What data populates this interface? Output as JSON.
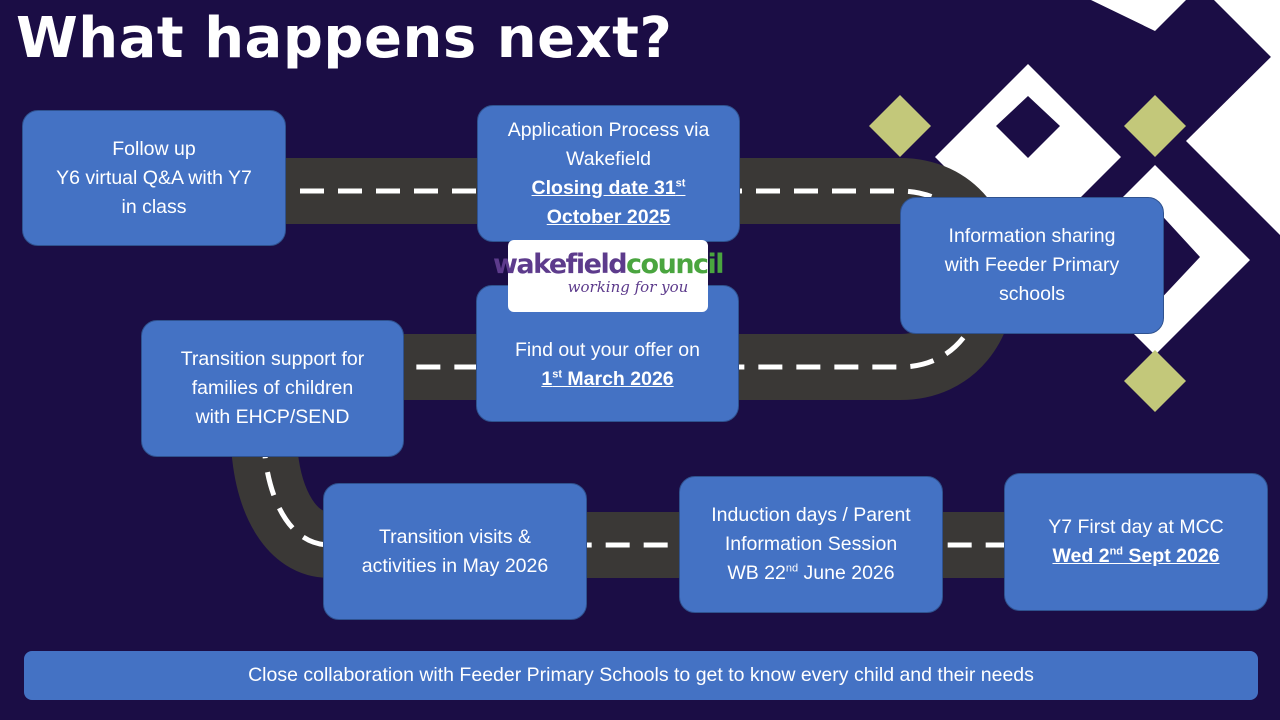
{
  "title": "What happens next?",
  "steps": {
    "followup": {
      "l1": "Follow up",
      "l2": "Y6 virtual Q&A with Y7",
      "l3": "in class"
    },
    "application": {
      "l1": "Application Process via",
      "l2": "Wakefield",
      "closing_a": "Closing date 31",
      "closing_sup": "st",
      "closing_b": "October 2025"
    },
    "info_sharing": {
      "l1": "Information sharing",
      "l2": "with Feeder Primary",
      "l3": "schools"
    },
    "offer": {
      "l1": "Find out your offer on",
      "date_num": "1",
      "date_sup": "st",
      "date_rest": " March 2026"
    },
    "transition_support": {
      "l1": "Transition support for",
      "l2": "families of children",
      "l3": "with EHCP/SEND"
    },
    "visits": {
      "l1": "Transition visits &",
      "l2": "activities in May 2026"
    },
    "induction": {
      "l1": "Induction days / Parent",
      "l2": "Information Session",
      "l3a": "WB 22",
      "l3sup": "nd",
      "l3b": " June 2026"
    },
    "first_day": {
      "l1": "Y7 First day at MCC",
      "l2a": "Wed 2",
      "l2sup": "nd",
      "l2b": " Sept 2026"
    }
  },
  "logo": {
    "word_a": "wakefield",
    "word_b": "council",
    "tagline": "working for you"
  },
  "footer": "Close collaboration with Feeder Primary Schools to get to know every child and their needs",
  "colors": {
    "background": "#1b0d45",
    "card": "#4472c4",
    "road": "#3a3836",
    "diamond_white": "#ffffff",
    "diamond_green": "#c3c87a"
  }
}
